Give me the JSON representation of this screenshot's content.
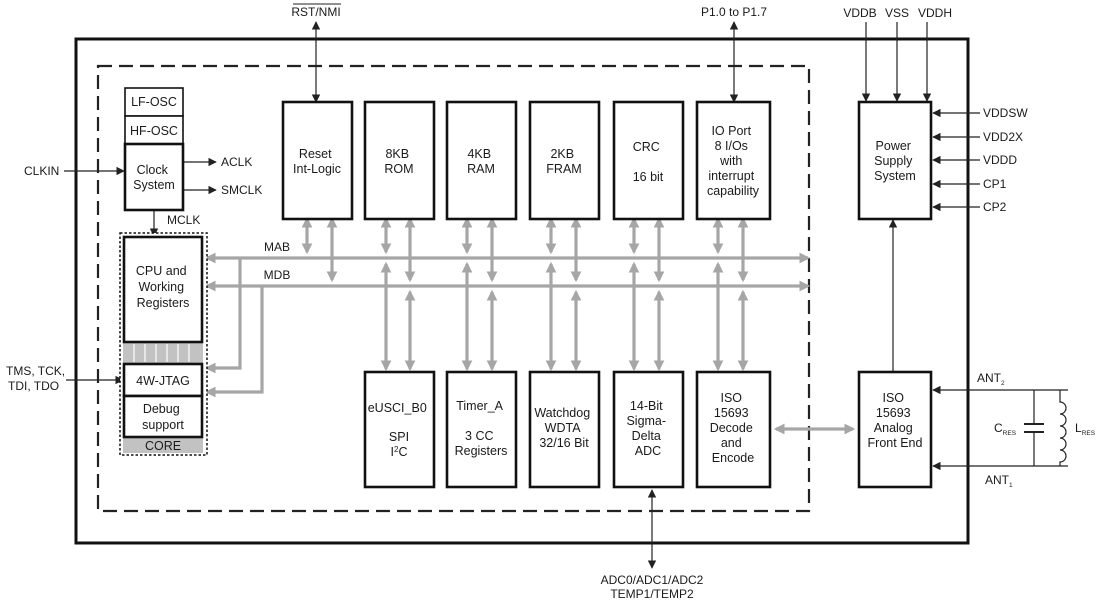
{
  "signals": {
    "rst_nmi": "RST/NMI",
    "p_port": "P1.0 to P1.7",
    "vddb": "VDDB",
    "vss": "VSS",
    "vddh": "VDDH",
    "vddsw": "VDDSW",
    "vdd2x": "VDD2X",
    "vddd": "VDDD",
    "cp1": "CP1",
    "cp2": "CP2",
    "clkin": "CLKIN",
    "aclk": "ACLK",
    "smclk": "SMCLK",
    "mclk": "MCLK",
    "mab": "MAB",
    "mdb": "MDB",
    "jtag_pins_1": "TMS, TCK,",
    "jtag_pins_2": "TDI, TDO",
    "adc_pins_1": "ADC0/ADC1/ADC2",
    "adc_pins_2": "TEMP1/TEMP2",
    "ant2": "ANT",
    "ant2_sub": "2",
    "ant1": "ANT",
    "ant1_sub": "1",
    "cres": "C",
    "cres_sub": "RES",
    "lres": "L",
    "lres_sub": "RES"
  },
  "blocks": {
    "lf_osc": "LF-OSC",
    "hf_osc": "HF-OSC",
    "clock": [
      "Clock",
      "System"
    ],
    "cpu": [
      "CPU and",
      "Working",
      "Registers"
    ],
    "jtag": "4W-JTAG",
    "debug": [
      "Debug",
      "support"
    ],
    "core": "CORE",
    "reset": [
      "Reset",
      "Int-Logic"
    ],
    "rom": [
      "8KB",
      "ROM"
    ],
    "ram": [
      "4KB",
      "RAM"
    ],
    "fram": [
      "2KB",
      "FRAM"
    ],
    "crc": [
      "CRC",
      "",
      "16 bit"
    ],
    "ioport": [
      "IO Port",
      "8 I/Os",
      "with",
      "interrupt",
      "capability"
    ],
    "power": [
      "Power",
      "Supply",
      "System"
    ],
    "eusci": [
      "eUSCI_B0",
      "",
      "SPI"
    ],
    "eusci_i2c": "I",
    "eusci_i2c_sup": "2",
    "eusci_i2c_end": "C",
    "timer": [
      "Timer_A",
      "",
      "3 CC",
      "Registers"
    ],
    "watchdog": [
      "Watchdog",
      "WDTA",
      "32/16 Bit"
    ],
    "adc": [
      "14-Bit",
      "Sigma-",
      "Delta",
      "ADC"
    ],
    "iso_dec": [
      "ISO",
      "15693",
      "Decode",
      "and",
      "Encode"
    ],
    "iso_afe": [
      "ISO",
      "15693",
      "Analog",
      "Front End"
    ]
  }
}
